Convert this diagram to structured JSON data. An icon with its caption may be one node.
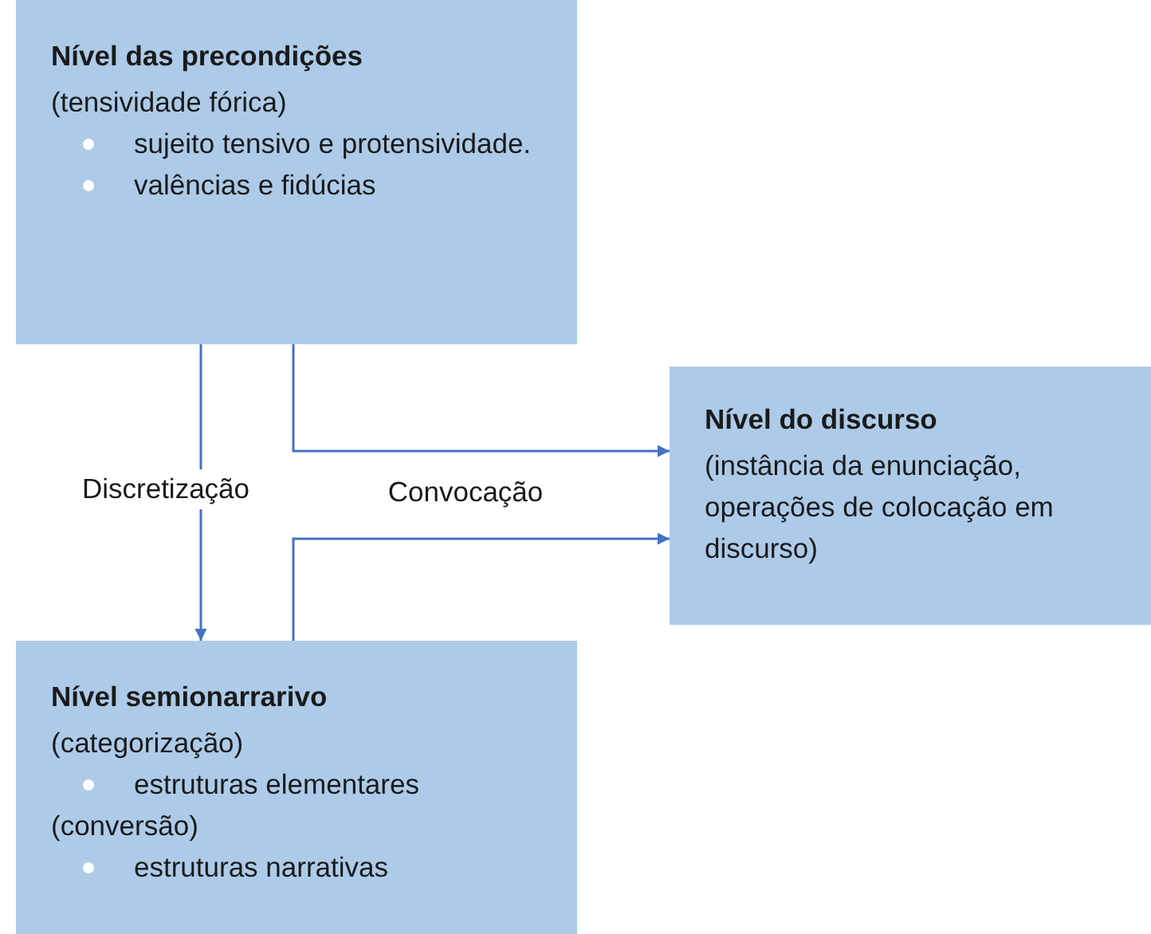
{
  "diagram": {
    "nodes": [
      {
        "text": [
          "Nível das precondições",
          "(tensividade fórica)",
          "sujeito tensivo e protensividade.",
          "valências e fidúcias"
        ]
      },
      {
        "text": [
          "Nível do discurso",
          "(instância da enunciação, operações de colocação em discurso)"
        ]
      },
      {
        "text": [
          "Nível semionarrarivo",
          "(categorização)",
          "estruturas elementares",
          "(conversão)",
          "estruturas narrativas"
        ]
      }
    ],
    "edges": [
      {
        "from": 0,
        "to": 2,
        "arrow": "to",
        "label": "Discretização"
      },
      {
        "from": 0,
        "to": 1,
        "arrow": "to",
        "label": "Convocação"
      },
      {
        "from": 2,
        "to": 1,
        "arrow": "to"
      }
    ]
  }
}
